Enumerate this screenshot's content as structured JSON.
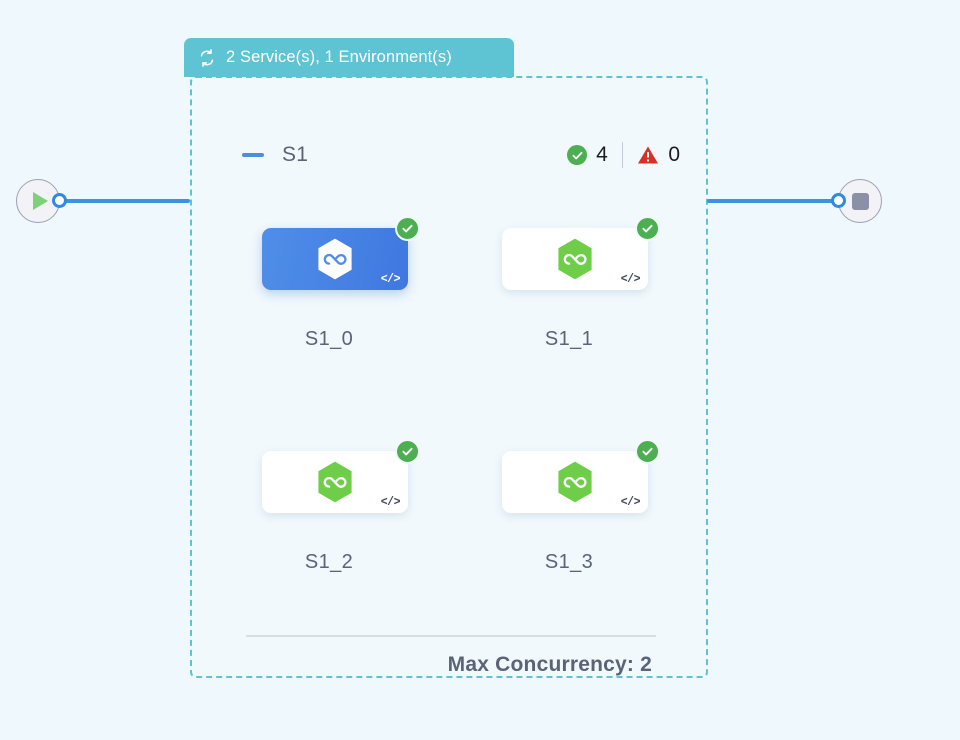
{
  "canvas": {
    "background_color": "#eff8fc"
  },
  "start_node": {
    "name": "start-node",
    "icon": "play-icon",
    "port": "output-port"
  },
  "end_node": {
    "name": "end-node",
    "icon": "stop-icon",
    "port": "input-port"
  },
  "group": {
    "header": {
      "icon": "loop-refresh-icon",
      "title": "2 Service(s), 1 Environment(s)",
      "background_color": "#5ec4d3",
      "text_color": "#ffffff"
    },
    "border_color": "#5ec4d3",
    "sub_group": {
      "collapse_icon": "minus-icon",
      "title": "S1",
      "success": {
        "icon": "check-circle-icon",
        "count": "4",
        "color": "#4caf50"
      },
      "warning": {
        "icon": "warning-triangle-icon",
        "count": "0",
        "color": "#d93025"
      }
    },
    "nodes": [
      {
        "label": "S1_0",
        "status": "success",
        "selected": true,
        "icon": "hexagon-loop-icon",
        "code_glyph": "</>"
      },
      {
        "label": "S1_1",
        "status": "success",
        "selected": false,
        "icon": "hexagon-loop-icon",
        "code_glyph": "</>"
      },
      {
        "label": "S1_2",
        "status": "success",
        "selected": false,
        "icon": "hexagon-loop-icon",
        "code_glyph": "</>"
      },
      {
        "label": "S1_3",
        "status": "success",
        "selected": false,
        "icon": "hexagon-loop-icon",
        "code_glyph": "</>"
      }
    ],
    "footer": {
      "label": "Max Concurrency: 2"
    }
  }
}
